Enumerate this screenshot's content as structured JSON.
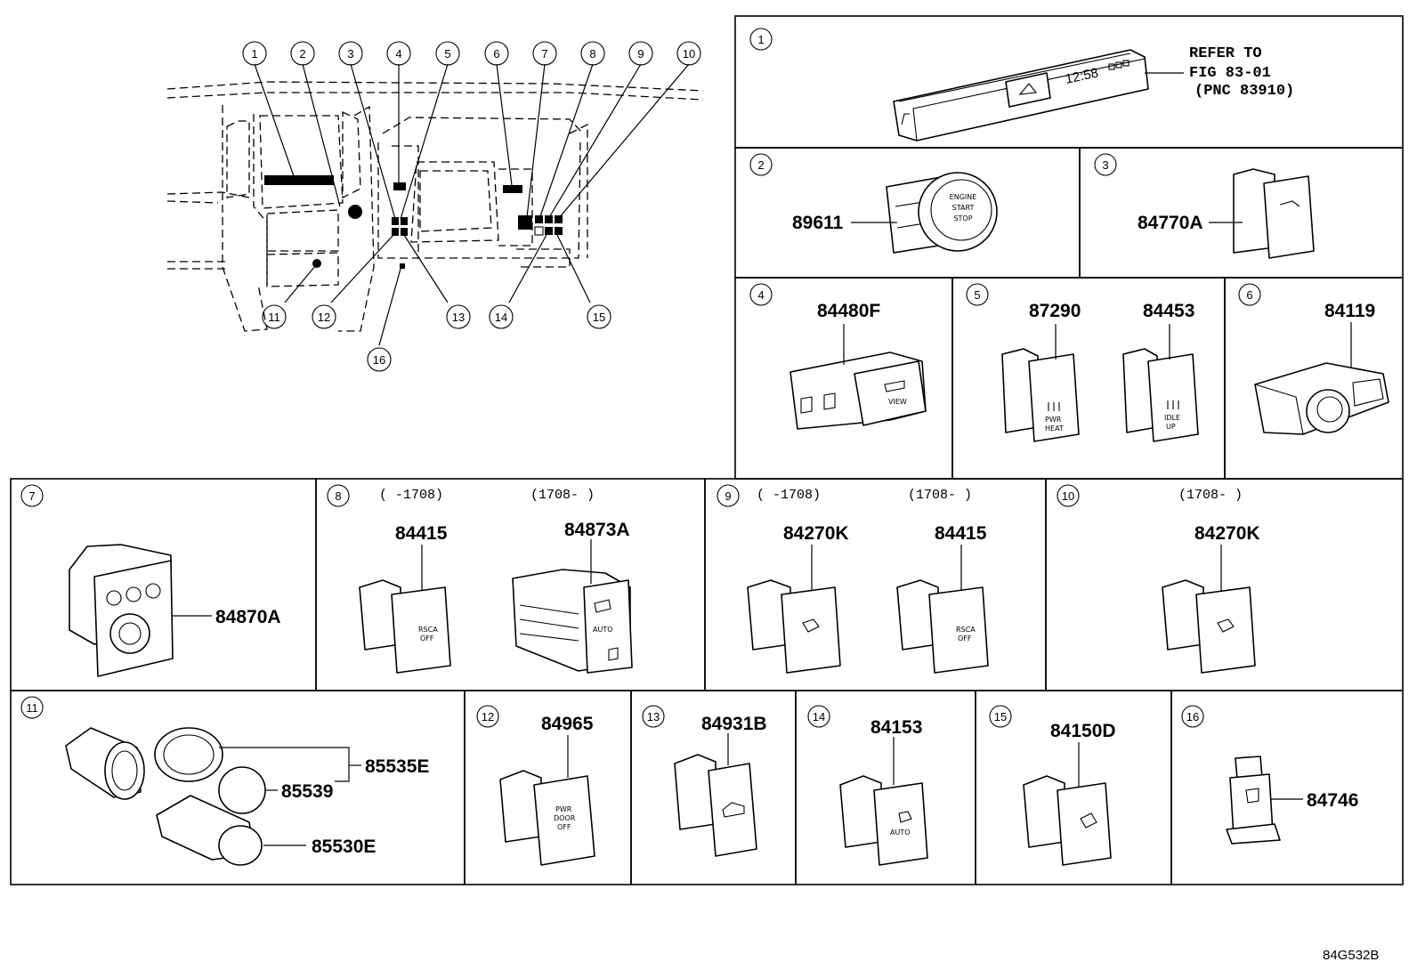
{
  "callout_numbers": [
    "1",
    "2",
    "3",
    "4",
    "5",
    "6",
    "7",
    "8",
    "9",
    "10",
    "11",
    "12",
    "13",
    "14",
    "15",
    "16"
  ],
  "cells": {
    "c1": {
      "num": "1",
      "refer_line1": "REFER TO",
      "refer_line2": "FIG 83-01",
      "refer_line3": "(PNC 83910)",
      "clock": "12:58"
    },
    "c2": {
      "num": "2",
      "part": "89611",
      "button_line1": "ENGINE",
      "button_line2": "START",
      "button_line3": "STOP"
    },
    "c3": {
      "num": "3",
      "part": "84770A"
    },
    "c4": {
      "num": "4",
      "part": "84480F",
      "button_text": "VIEW"
    },
    "c5": {
      "num": "5",
      "part_a": "87290",
      "part_b": "84453",
      "a_line1": "PWR",
      "a_line2": "HEAT",
      "b_line1": "IDLE",
      "b_line2": "UP"
    },
    "c6": {
      "num": "6",
      "part": "84119"
    },
    "c7": {
      "num": "7",
      "part": "84870A"
    },
    "c8": {
      "num": "8",
      "range_a": "(     -1708)",
      "range_b": "(1708-      )",
      "part_a": "84415",
      "part_b": "84873A",
      "a_line1": "RSCA",
      "a_line2": "OFF",
      "b_text": "AUTO"
    },
    "c9": {
      "num": "9",
      "range_a": "(     -1708)",
      "range_b": "(1708-      )",
      "part_a": "84270K",
      "part_b": "84415",
      "b_line1": "RSCA",
      "b_line2": "OFF"
    },
    "c10": {
      "num": "10",
      "range": "(1708-      )",
      "part": "84270K"
    },
    "c11": {
      "num": "11",
      "part_a": "85535E",
      "part_b": "85539",
      "part_c": "85530E"
    },
    "c12": {
      "num": "12",
      "part": "84965",
      "line1": "PWR",
      "line2": "DOOR",
      "line3": "OFF"
    },
    "c13": {
      "num": "13",
      "part": "84931B"
    },
    "c14": {
      "num": "14",
      "part": "84153",
      "text": "AUTO"
    },
    "c15": {
      "num": "15",
      "part": "84150D"
    },
    "c16": {
      "num": "16",
      "part": "84746"
    }
  },
  "figure_id": "84G532B",
  "icons": [
    "circle-number-icon",
    "engine-start-button-icon",
    "switch-icon",
    "cigarette-lighter-icon",
    "combination-meter-icon",
    "dashboard-icon"
  ]
}
